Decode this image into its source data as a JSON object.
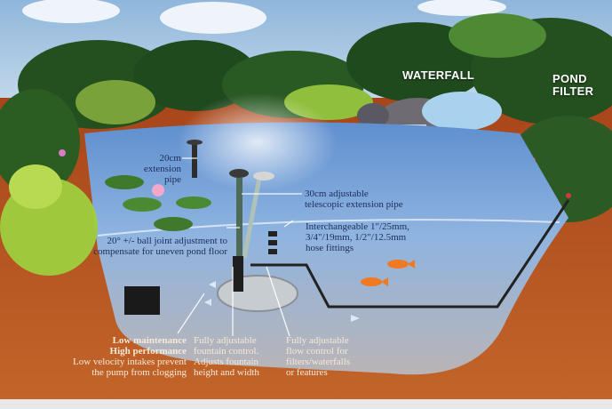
{
  "diagram": {
    "title": "Pond pump and fountain installation diagram",
    "colors": {
      "sky": "#a9c9e6",
      "water": "#86addb",
      "soil": "#b4541f",
      "foliage_dark": "#1f4a1e",
      "foliage_light": "#8fbf3c",
      "label_text": "#1d2d5c",
      "label_text_light": "#f6ead8",
      "fish": "#f07a22",
      "hose": "#222222"
    },
    "headings": {
      "waterfall": "WATERFALL",
      "pond_filter": "POND\nFILTER"
    },
    "labels": {
      "extension_pipe": "20cm\nextension pipe",
      "telescopic_pipe": "30cm adjustable\ntelescopic extension pipe",
      "hose_fittings": "Interchangeable 1\"/25mm,\n3/4\"/19mm, 1/2\"/12.5mm\nhose fittings",
      "ball_joint": "20° +/- ball joint adjustment to\ncompensate for uneven pond floor",
      "low_maintenance_title": "Low maintenance\nHigh performance",
      "low_maintenance_desc": "Low velocity intakes prevent\nthe pump from clogging",
      "fountain_control": "Fully adjustable\nfountain control.\nAdjusts fountain\nheight and width",
      "flow_control": "Fully adjustable\nflow control for\nfilters/waterfalls\nor features"
    }
  }
}
